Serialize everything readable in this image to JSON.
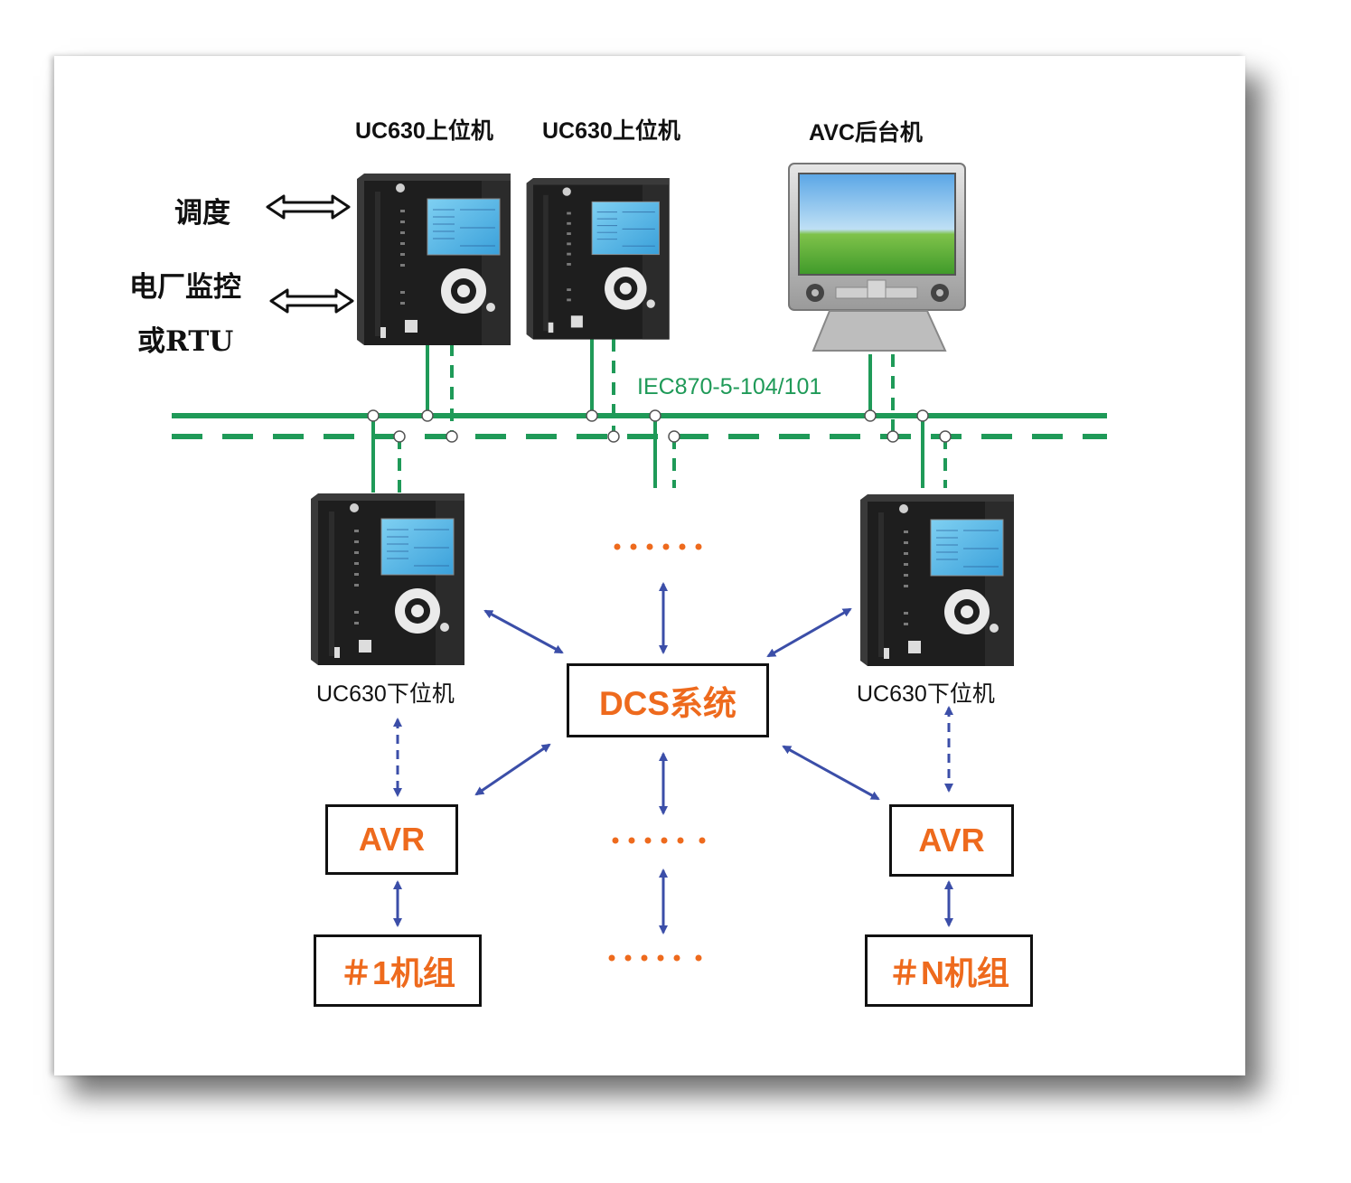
{
  "upper": {
    "unit1_label": "UC630上位机",
    "unit2_label": "UC630上位机",
    "avc_label": "AVC后台机"
  },
  "left": {
    "dispatch_label": "调度",
    "plant_monitor_label": "电厂监控",
    "rtu_label": "或RTU"
  },
  "network": {
    "protocol_label": "IEC870-5-104/101",
    "solid_color": "#1f9a58",
    "dashed_color": "#1f9a58"
  },
  "lower": {
    "unit_left_label": "UC630下位机",
    "unit_right_label": "UC630下位机"
  },
  "dcs": {
    "label": "DCS系统"
  },
  "avr": {
    "left_label": "AVR",
    "right_label": "AVR"
  },
  "gens": {
    "first_label": "＃1机组",
    "last_label": "＃N机组"
  },
  "colors": {
    "arrow": "#3b4ea8",
    "accent": "#ee6a1d",
    "ellipsis": "#ee6a1d"
  },
  "icons": [
    "double-arrow-icon",
    "controller-device-icon",
    "monitor-icon"
  ]
}
